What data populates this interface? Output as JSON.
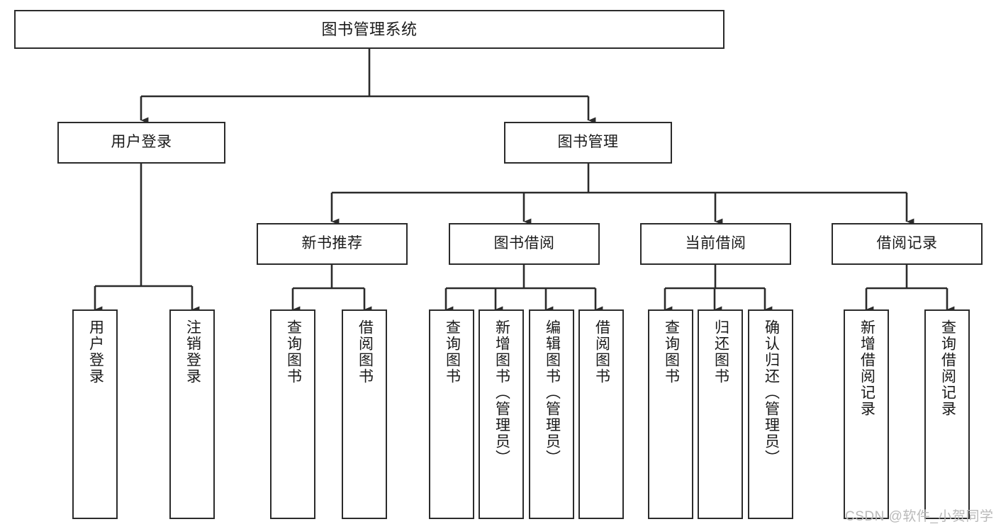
{
  "diagram": {
    "title": "图书管理系统",
    "type": "tree-hierarchy",
    "watermark": "CSDN @软件_小贺同学",
    "colors": {
      "stroke": "#2b2b2b",
      "background": "#ffffff",
      "text": "#1a1a1a",
      "watermark": "#b9b9b9"
    },
    "levels": {
      "root": {
        "label": "图书管理系统"
      },
      "level2": [
        {
          "id": "user-login",
          "label": "用户登录"
        },
        {
          "id": "book-management",
          "label": "图书管理"
        }
      ],
      "level3": [
        {
          "id": "new-book-recommend",
          "label": "新书推荐"
        },
        {
          "id": "book-borrow",
          "label": "图书借阅"
        },
        {
          "id": "current-borrow",
          "label": "当前借阅"
        },
        {
          "id": "borrow-record",
          "label": "借阅记录"
        }
      ],
      "leaves": [
        {
          "id": "leaf-user-login",
          "label": "用户登录",
          "parent": "user-login"
        },
        {
          "id": "leaf-logout",
          "label": "注销登录",
          "parent": "user-login"
        },
        {
          "id": "leaf-query-book-1",
          "label": "查询图书",
          "parent": "new-book-recommend"
        },
        {
          "id": "leaf-borrow-book-1",
          "label": "借阅图书",
          "parent": "new-book-recommend"
        },
        {
          "id": "leaf-query-book-2",
          "label": "查询图书",
          "parent": "book-borrow"
        },
        {
          "id": "leaf-add-book",
          "label": "新增图书（管理员）",
          "parent": "book-borrow"
        },
        {
          "id": "leaf-edit-book",
          "label": "编辑图书（管理员）",
          "parent": "book-borrow"
        },
        {
          "id": "leaf-borrow-book-2",
          "label": "借阅图书",
          "parent": "book-borrow"
        },
        {
          "id": "leaf-query-book-3",
          "label": "查询图书",
          "parent": "current-borrow"
        },
        {
          "id": "leaf-return-book",
          "label": "归还图书",
          "parent": "current-borrow"
        },
        {
          "id": "leaf-confirm-return",
          "label": "确认归还（管理员）",
          "parent": "current-borrow"
        },
        {
          "id": "leaf-add-record",
          "label": "新增借阅记录",
          "parent": "borrow-record"
        },
        {
          "id": "leaf-query-record",
          "label": "查询借阅记录",
          "parent": "borrow-record"
        }
      ]
    }
  }
}
